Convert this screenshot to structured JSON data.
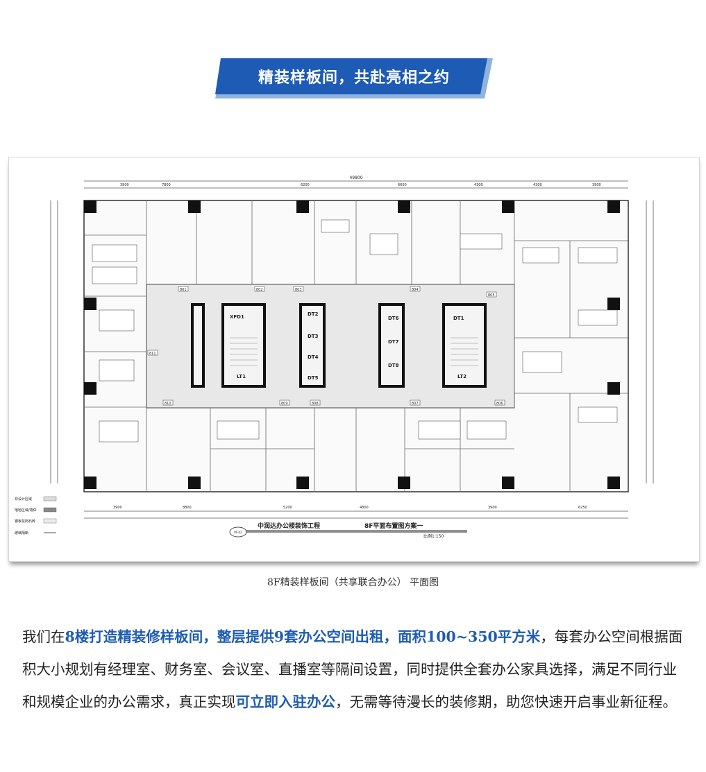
{
  "banner": {
    "title": "精装样板间，共赴亮相之约",
    "color": "#1d5bb4",
    "accent": "#8fb3e0"
  },
  "plan": {
    "project_name": "中润达办公楼装饰工程",
    "drawing_name": "8F平面布置图方案一",
    "scale": "比例1:150",
    "drawing_no": "PF-02",
    "total_dimension": "49800",
    "top_dimensions": [
      "3900",
      "7800",
      "6200",
      "6600",
      "4300",
      "4300",
      "3900"
    ],
    "bottom_dimensions": [
      "3900",
      "8800",
      "5200",
      "4800",
      "3900",
      "6250"
    ],
    "elevators": [
      "XFD1",
      "DT2",
      "DT3",
      "DT4",
      "DT5",
      "DT6",
      "DT7",
      "DT8",
      "DT1"
    ],
    "stairs": [
      "LT1",
      "LT2"
    ],
    "rooms": [
      "801",
      "802",
      "803",
      "804",
      "805",
      "806",
      "807",
      "808",
      "809",
      "810",
      "811"
    ],
    "legend": [
      "非设计区域",
      "嘻哈区域/墙体",
      "钢板花岗石砖",
      "玻璃隔断"
    ]
  },
  "caption": "8F精装样板间（共享联合办公） 平面图",
  "paragraph": {
    "p1": "我们在",
    "h1": "8楼打造精装修样板间，整层提供9套办公空间出租，面积100~350平方米",
    "p2": "，每套办公空间根据面积大小规划有经理室、财务室、会议室、直播室等隔间设置，同时提供全套办公家具选择，满足不同行业和规模企业的办公需求，真正实现",
    "h2": "可立即入驻办公",
    "p3": "，无需等待漫长的装修期，助您快速开启事业新征程。"
  }
}
